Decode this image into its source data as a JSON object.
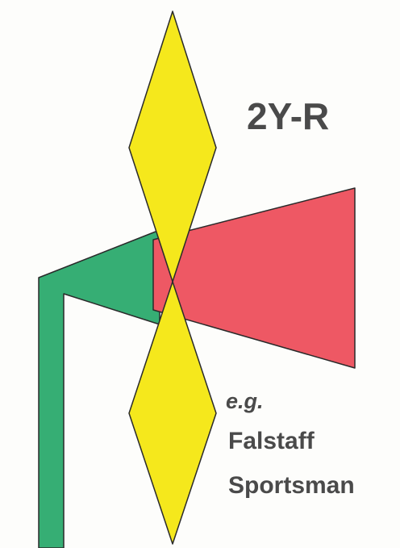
{
  "diagram": {
    "code": "2Y-R",
    "example_prefix": "e.g.",
    "examples": [
      "Falstaff",
      "Sportsman"
    ],
    "colors": {
      "background": "#fdfdfb",
      "yellow": "#f5e81c",
      "red": "#ee5864",
      "green": "#36ae74",
      "outline": "#2a2a2a",
      "text": "#4a4a4a"
    }
  }
}
